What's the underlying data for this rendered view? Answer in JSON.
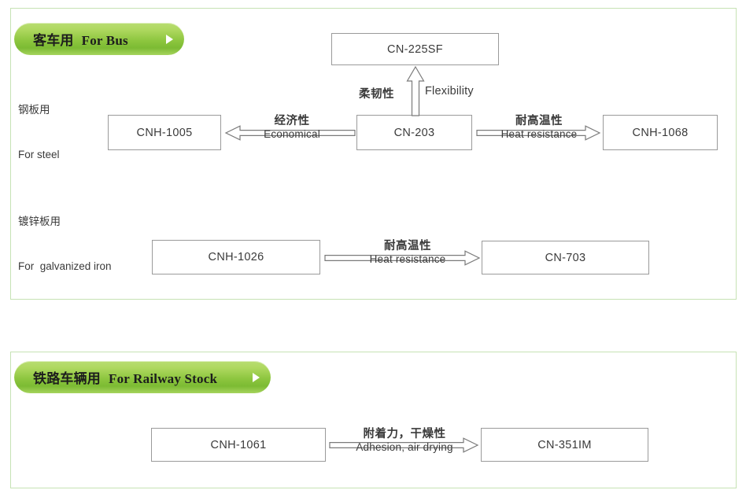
{
  "sections": [
    {
      "id": "bus",
      "header": {
        "cn": "客车用",
        "en": "For Bus",
        "arrow_icon": "triangle-right-icon"
      },
      "groups": [
        {
          "cn": "钢板用",
          "en": "For steel"
        },
        {
          "cn": "镀锌板用",
          "en": "For  galvanized iron"
        }
      ],
      "boxes": {
        "cn225sf": "CN-225SF",
        "cnh1005": "CNH-1005",
        "cn203": "CN-203",
        "cnh1068": "CNH-1068",
        "cnh1026": "CNH-1026",
        "cn703": "CN-703"
      },
      "arrows": {
        "flexibility": {
          "cn": "柔韧性",
          "en": "Flexibility",
          "direction": "up"
        },
        "economical": {
          "cn": "经济性",
          "en": "Economical",
          "direction": "left"
        },
        "heat_top": {
          "cn": "耐高温性",
          "en": "Heat resistance",
          "direction": "right"
        },
        "heat_mid": {
          "cn": "耐高温性",
          "en": "Heat resistance",
          "direction": "right"
        }
      }
    },
    {
      "id": "railway",
      "header": {
        "cn": "铁路车辆用",
        "en": "For Railway Stock",
        "arrow_icon": "triangle-right-icon"
      },
      "boxes": {
        "cnh1061": "CNH-1061",
        "cn351im": "CN-351IM"
      },
      "arrows": {
        "adhesion": {
          "cn": "附着力，干燥性",
          "en": "Adhesion, air drying",
          "direction": "right"
        }
      }
    }
  ],
  "colors": {
    "panel_border": "#c6e2b4",
    "pill_green_light": "#b9dd72",
    "pill_green_dark": "#7cbb33",
    "box_border": "#9a9a9a",
    "text": "#3a3a3a",
    "arrow_stroke": "#7a7a7a"
  }
}
